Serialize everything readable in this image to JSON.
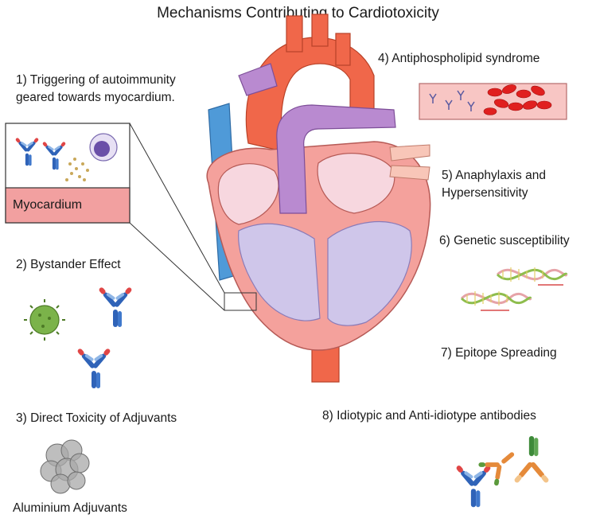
{
  "title": "Mechanisms Contributing to Cardiotoxicity",
  "mechanisms": [
    {
      "line1": "1) Triggering of autoimmunity",
      "line2": "geared towards myocardium."
    },
    {
      "line1": "2) Bystander Effect"
    },
    {
      "line1": "3) Direct Toxicity of Adjuvants"
    },
    {
      "line1": "4) Antiphospholipid syndrome"
    },
    {
      "line1": "5) Anaphylaxis and",
      "line2": "Hypersensitivity"
    },
    {
      "line1": "6) Genetic susceptibility"
    },
    {
      "line1": "7) Epitope Spreading"
    },
    {
      "line1": "8) Idiotypic and Anti-idiotype antibodies"
    }
  ],
  "inset_label": "Myocardium",
  "adjuvant_label": "Aluminium Adjuvants",
  "colors": {
    "aorta": "#f0674a",
    "pulmonary": "#b98ad0",
    "vena_cava": "#4f9ad8",
    "myocardium": "#f4a19c",
    "chamber": "#cfc6ea",
    "atrium": "#f7d7df",
    "blood_cell": "#e0201f",
    "vessel": "#f8c6c4"
  },
  "icons": [
    "antibody-icon",
    "virus-icon",
    "leukocyte-icon",
    "dna-helix-icon",
    "aluminium-particles-icon",
    "red-blood-cell-icon"
  ]
}
